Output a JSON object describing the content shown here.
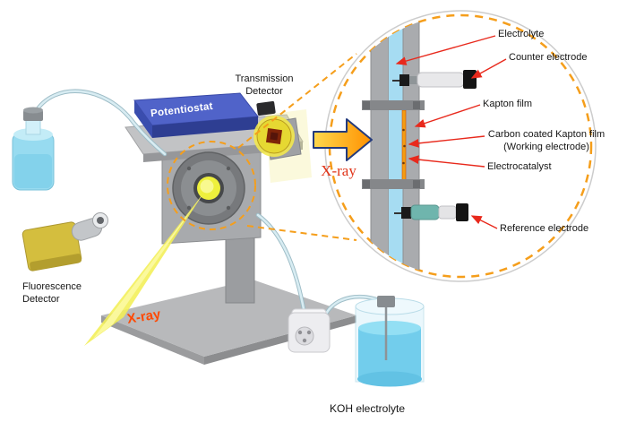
{
  "figure": {
    "scene": {
      "potentiostat": "Potentiostat",
      "transmission1": "Transmission",
      "transmission2": "Detector",
      "fluorescence1": "Fluorescence",
      "fluorescence2": "Detector",
      "xray": "X-ray",
      "koh": "KOH electrolyte"
    },
    "inset": {
      "xray": "X-ray",
      "electrolyte": "Electrolyte",
      "counter_electrode": "Counter electrode",
      "kapton_film": "Kapton film",
      "carbon_coated": "Carbon coated Kapton film",
      "working_electrode": "(Working electrode)",
      "electrocatalyst": "Electrocatalyst",
      "reference_electrode": "Reference electrode"
    },
    "colors": {
      "accent_orange": "#F59E1B",
      "beam_yellow": "#F2EE54",
      "potentiostat_blue": "#4A5FC1",
      "electrolyte_cyan": "#9ADCF0",
      "leader_red": "#E8291C",
      "xray_text_orange": "#FF4800",
      "inset_xray_red": "#E03418"
    }
  }
}
